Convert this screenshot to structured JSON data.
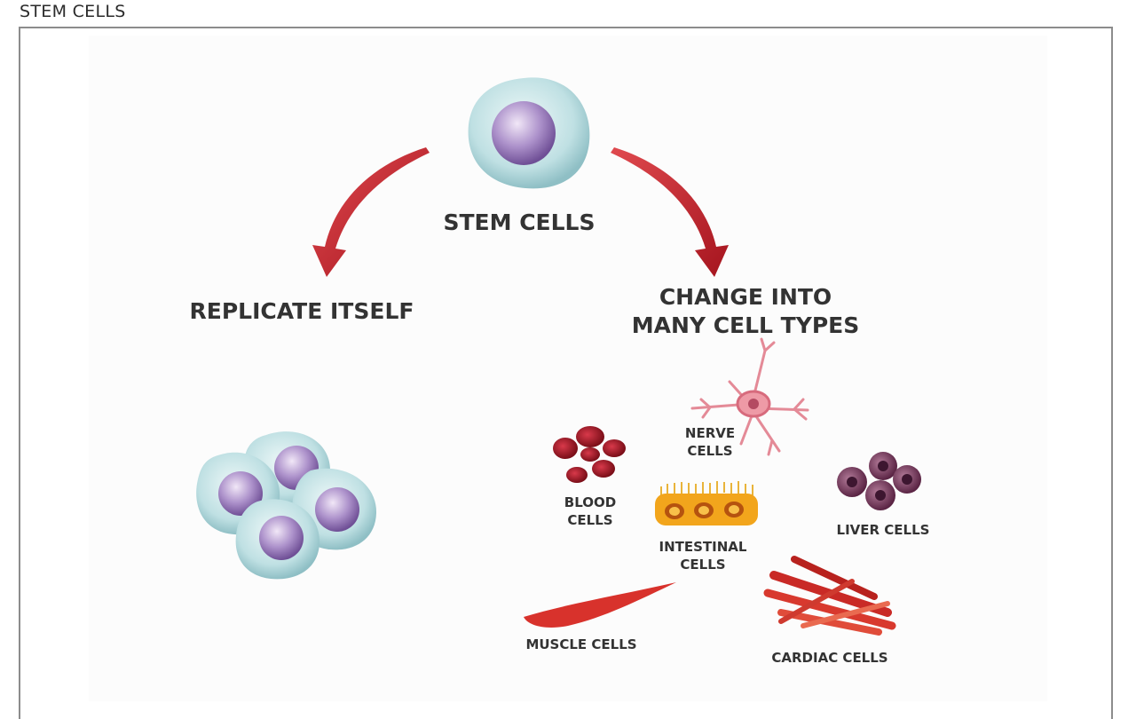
{
  "page_heading": "STEM CELLS",
  "diagram": {
    "center_label": "STEM CELLS",
    "left_branch_label": "REPLICATE ITSELF",
    "right_branch_label_line1": "CHANGE INTO",
    "right_branch_label_line2": "MANY CELL TYPES",
    "cell_types": {
      "nerve_line1": "NERVE",
      "nerve_line2": "CELLS",
      "blood_line1": "BLOOD",
      "blood_line2": "CELLS",
      "intestinal_line1": "INTESTINAL",
      "intestinal_line2": "CELLS",
      "liver": "LIVER CELLS",
      "muscle": "MUSCLE CELLS",
      "cardiac": "CARDIAC CELLS"
    }
  },
  "colors": {
    "arrow": "#c8202a",
    "cell_body": "#b9dfe2",
    "nucleus": "#a98bc4",
    "blood": "#a31622",
    "nerve": "#e48a97",
    "intestinal": "#f2a51c",
    "liver": "#7b3b5e",
    "muscle": "#d8322c"
  }
}
